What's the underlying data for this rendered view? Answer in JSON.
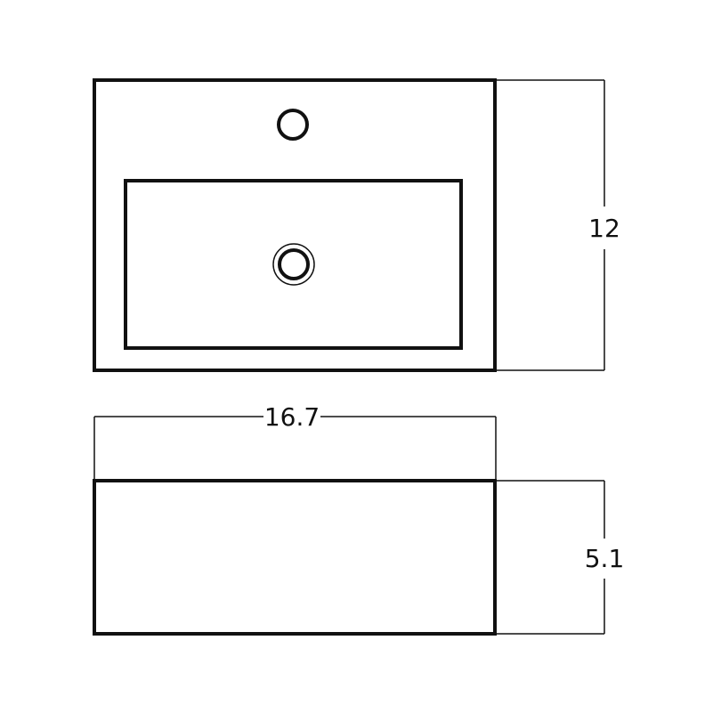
{
  "dimensions": {
    "depth": "12",
    "width": "16.7",
    "height": "5.1"
  },
  "colors": {
    "line": "#111111",
    "background": "#ffffff"
  }
}
